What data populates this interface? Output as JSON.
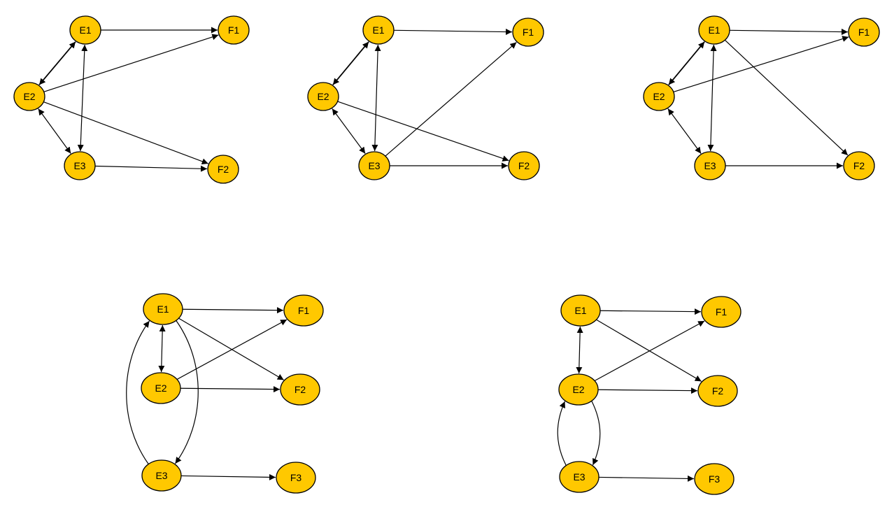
{
  "colors": {
    "node_fill": "#FFC800",
    "stroke": "#000000",
    "background": "#ffffff"
  },
  "diagrams": [
    {
      "id": "d1",
      "nodes": [
        {
          "id": "E1",
          "label": "E1"
        },
        {
          "id": "F1",
          "label": "F1"
        },
        {
          "id": "E2",
          "label": "E2"
        },
        {
          "id": "E3",
          "label": "E3"
        },
        {
          "id": "F2",
          "label": "F2"
        }
      ],
      "edges": [
        {
          "from": "E1",
          "to": "F1",
          "direction": "forward"
        },
        {
          "from": "E2",
          "to": "E1",
          "direction": "both"
        },
        {
          "from": "E2",
          "to": "F1",
          "direction": "forward"
        },
        {
          "from": "E1",
          "to": "E3",
          "direction": "both"
        },
        {
          "from": "E2",
          "to": "E3",
          "direction": "both"
        },
        {
          "from": "E2",
          "to": "F2",
          "direction": "forward"
        },
        {
          "from": "E3",
          "to": "F2",
          "direction": "forward"
        }
      ]
    },
    {
      "id": "d2",
      "nodes": [
        {
          "id": "E1",
          "label": "E1"
        },
        {
          "id": "F1",
          "label": "F1"
        },
        {
          "id": "E2",
          "label": "E2"
        },
        {
          "id": "E3",
          "label": "E3"
        },
        {
          "id": "F2",
          "label": "F2"
        }
      ],
      "edges": [
        {
          "from": "E1",
          "to": "F1",
          "direction": "forward"
        },
        {
          "from": "E2",
          "to": "E1",
          "direction": "both"
        },
        {
          "from": "E1",
          "to": "E3",
          "direction": "both"
        },
        {
          "from": "E2",
          "to": "E3",
          "direction": "both"
        },
        {
          "from": "E2",
          "to": "F2",
          "direction": "forward"
        },
        {
          "from": "E3",
          "to": "F1",
          "direction": "forward"
        },
        {
          "from": "E3",
          "to": "F2",
          "direction": "forward"
        }
      ]
    },
    {
      "id": "d3",
      "nodes": [
        {
          "id": "E1",
          "label": "E1"
        },
        {
          "id": "F1",
          "label": "F1"
        },
        {
          "id": "E2",
          "label": "E2"
        },
        {
          "id": "E3",
          "label": "E3"
        },
        {
          "id": "F2",
          "label": "F2"
        }
      ],
      "edges": [
        {
          "from": "E1",
          "to": "F1",
          "direction": "forward"
        },
        {
          "from": "E2",
          "to": "E1",
          "direction": "both"
        },
        {
          "from": "E2",
          "to": "F1",
          "direction": "forward"
        },
        {
          "from": "E1",
          "to": "E3",
          "direction": "both"
        },
        {
          "from": "E2",
          "to": "E3",
          "direction": "both"
        },
        {
          "from": "E1",
          "to": "F2",
          "direction": "forward"
        },
        {
          "from": "E3",
          "to": "F2",
          "direction": "forward"
        }
      ]
    },
    {
      "id": "d4",
      "nodes": [
        {
          "id": "E1",
          "label": "E1"
        },
        {
          "id": "F1",
          "label": "F1"
        },
        {
          "id": "E2",
          "label": "E2"
        },
        {
          "id": "F2",
          "label": "F2"
        },
        {
          "id": "E3",
          "label": "E3"
        },
        {
          "id": "F3",
          "label": "F3"
        }
      ],
      "edges": [
        {
          "from": "E1",
          "to": "F1",
          "direction": "forward"
        },
        {
          "from": "E1",
          "to": "F2",
          "direction": "forward"
        },
        {
          "from": "E1",
          "to": "E2",
          "direction": "both"
        },
        {
          "from": "E2",
          "to": "F1",
          "direction": "forward"
        },
        {
          "from": "E2",
          "to": "F2",
          "direction": "forward"
        },
        {
          "from": "E1",
          "to": "E3",
          "direction": "forward",
          "curved": true
        },
        {
          "from": "E3",
          "to": "E1",
          "direction": "forward",
          "curved": true
        },
        {
          "from": "E3",
          "to": "F3",
          "direction": "forward"
        }
      ]
    },
    {
      "id": "d5",
      "nodes": [
        {
          "id": "E1",
          "label": "E1"
        },
        {
          "id": "F1",
          "label": "F1"
        },
        {
          "id": "E2",
          "label": "E2"
        },
        {
          "id": "F2",
          "label": "F2"
        },
        {
          "id": "E3",
          "label": "E3"
        },
        {
          "id": "F3",
          "label": "F3"
        }
      ],
      "edges": [
        {
          "from": "E1",
          "to": "F1",
          "direction": "forward"
        },
        {
          "from": "E1",
          "to": "F2",
          "direction": "forward"
        },
        {
          "from": "E1",
          "to": "E2",
          "direction": "both"
        },
        {
          "from": "E2",
          "to": "F1",
          "direction": "forward"
        },
        {
          "from": "E2",
          "to": "F2",
          "direction": "forward"
        },
        {
          "from": "E2",
          "to": "E3",
          "direction": "forward",
          "curved": true
        },
        {
          "from": "E3",
          "to": "E2",
          "direction": "forward",
          "curved": true
        },
        {
          "from": "E3",
          "to": "F3",
          "direction": "forward"
        }
      ]
    }
  ]
}
